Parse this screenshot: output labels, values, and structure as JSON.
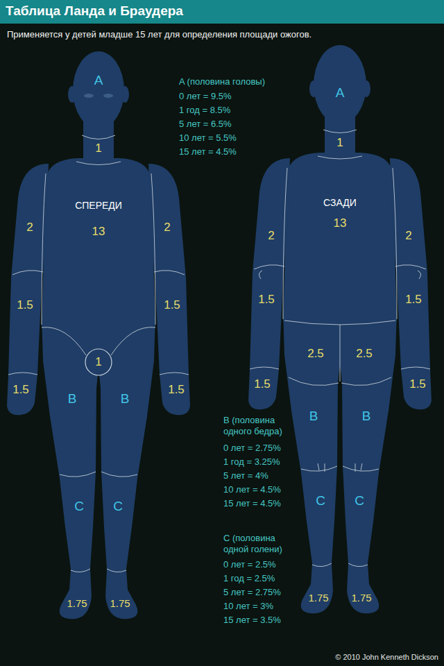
{
  "diagram": {
    "title": "Таблица Ланда и Браудера",
    "nodes": [
      {
        "text": [
          "1"
        ]
      }
    ],
    "labels": [
      "Применяется у детей младше 15 лет для определения площади ожогов.",
      "A",
      "A (половина головы)",
      "0 лет = 9.5%",
      "1 год = 8.5%",
      "5 лет = 6.5%",
      "10 лет = 5.5%",
      "15 лет = 4.5%",
      "A",
      "1",
      "1",
      "СПЕРЕДИ",
      "13",
      "2",
      "2",
      "СЗАДИ",
      "13",
      "2",
      "2",
      "1.5",
      "1.5",
      "1.5",
      "1.5",
      "2.5",
      "2.5",
      "1.5",
      "1.5",
      "1.5",
      "1.5",
      "B",
      "B",
      "B",
      "B",
      "B (половина одного бедра)",
      "0 лет = 2.75%",
      "1 год = 3.25%",
      "5 лет = 4%",
      "10 лет = 4.5%",
      "15 лет = 4.5%",
      "C",
      "C",
      "C",
      "C",
      "C (половина одной голени)",
      "0 лет = 2.5%",
      "1 год = 2.5%",
      "5 лет = 2.75%",
      "10 лет = 3%",
      "15 лет = 3.5%",
      "1.75",
      "1.75",
      "1.75",
      "1.75",
      "© 2010 John Kenneth Dickson"
    ]
  }
}
